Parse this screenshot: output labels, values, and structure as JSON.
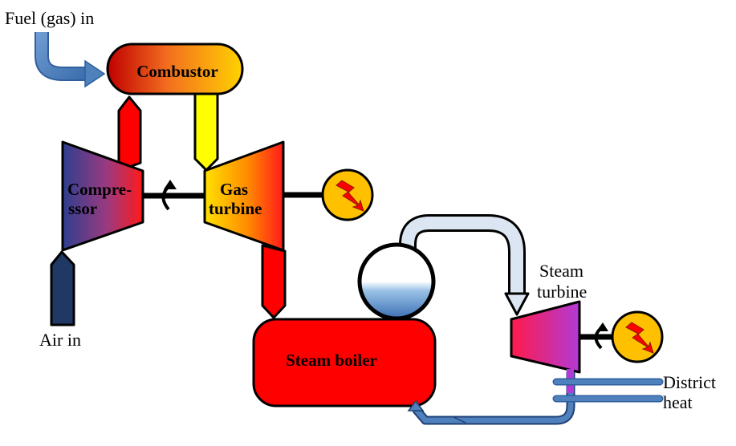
{
  "labels": {
    "fuel_in": "Fuel (gas) in",
    "combustor": "Combustor",
    "compressor_line1": "Compre-",
    "compressor_line2": "ssor",
    "gas_turbine_line1": "Gas",
    "gas_turbine_line2": "turbine",
    "air_in": "Air in",
    "steam_boiler": "Steam boiler",
    "steam_turbine_line1": "Steam",
    "steam_turbine_line2": "turbine",
    "district_line1": "District",
    "district_line2": "heat"
  },
  "colors": {
    "fuel_pipe": "#4f81bd",
    "red": "#ff0000",
    "yellow": "#ffff00",
    "air_pipe": "#1f3864",
    "generator_fill": "#ffc000",
    "lightning": "#ff0000",
    "steam_pipe": "#dce6f2",
    "water_pipe": "#4f81bd"
  },
  "icons": {
    "generator": "lightning-bolt-icon",
    "rotation": "curved-arrow-icon"
  }
}
